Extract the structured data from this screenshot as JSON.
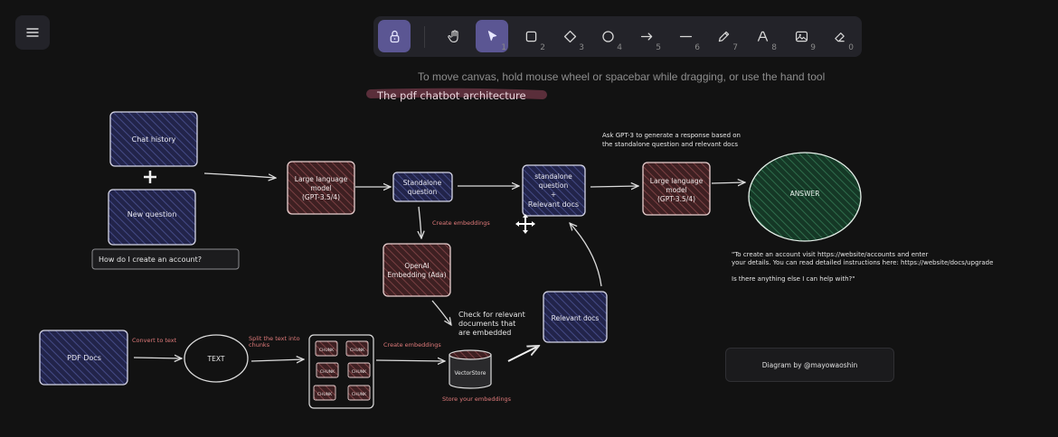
{
  "toolbar": {
    "tools": [
      {
        "name": "lock",
        "key": ""
      },
      {
        "name": "hand",
        "key": ""
      },
      {
        "name": "selection",
        "key": "1"
      },
      {
        "name": "rectangle",
        "key": "2"
      },
      {
        "name": "diamond",
        "key": "3"
      },
      {
        "name": "ellipse",
        "key": "4"
      },
      {
        "name": "arrow",
        "key": "5"
      },
      {
        "name": "line",
        "key": "6"
      },
      {
        "name": "draw",
        "key": "7"
      },
      {
        "name": "text",
        "key": "8"
      },
      {
        "name": "image",
        "key": "9"
      },
      {
        "name": "eraser",
        "key": "0"
      }
    ]
  },
  "hint": "To move canvas, hold mouse wheel or spacebar while dragging, or use the hand tool",
  "diagram": {
    "title": "The pdf chatbot architecture",
    "chat_history": "Chat history",
    "new_question": "New question",
    "user_query": "How do I create an account?",
    "llm1_line1": "Large language",
    "llm1_line2": "model",
    "llm1_line3": "(GPT-3.5/4)",
    "standalone_line1": "Standalone",
    "standalone_line2": "question",
    "combo_line1": "standalone",
    "combo_line2": "question",
    "combo_line3": "+",
    "combo_line4": "Relevant docs",
    "llm2_line1": "Large language",
    "llm2_line2": "model",
    "llm2_line3": "(GPT-3.5/4)",
    "answer": "ANSWER",
    "gpt_note_line1": "Ask GPT-3 to generate a response based on",
    "gpt_note_line2": "the standalone question and relevant docs",
    "create_embeddings_1": "Create embeddings",
    "openai_line1": "OpenAI",
    "openai_line2": "Embedding (Ada)",
    "check_line1": "Check for relevant",
    "check_line2": "documents that",
    "check_line3": "are embedded",
    "relevant_docs": "Relevant docs",
    "answer_text_line1": "\"To create an account visit https://website/accounts and enter",
    "answer_text_line2": "your details. You can read detailed instructions here: https://website/docs/upgrade",
    "answer_text_line3": "Is there anything else I can help with?\"",
    "pdf_docs": "PDF Docs",
    "convert_to_text": "Convert to text",
    "text_node": "TEXT",
    "split_line1": "Split the text into",
    "split_line2": "chunks",
    "chunk_label": "CHUNK",
    "create_embeddings_2": "Create embeddings",
    "vectorstore": "VectorStore",
    "store_embeddings": "Store your embeddings",
    "credit": "Diagram by @mayowaoshin"
  },
  "colors": {
    "background": "#121212",
    "accent": "#5b5693",
    "blue_fill": "#2b2d55",
    "red_fill": "#4e2a2c",
    "green_fill": "#1f4a36",
    "annotation_red": "#e07a7a"
  }
}
